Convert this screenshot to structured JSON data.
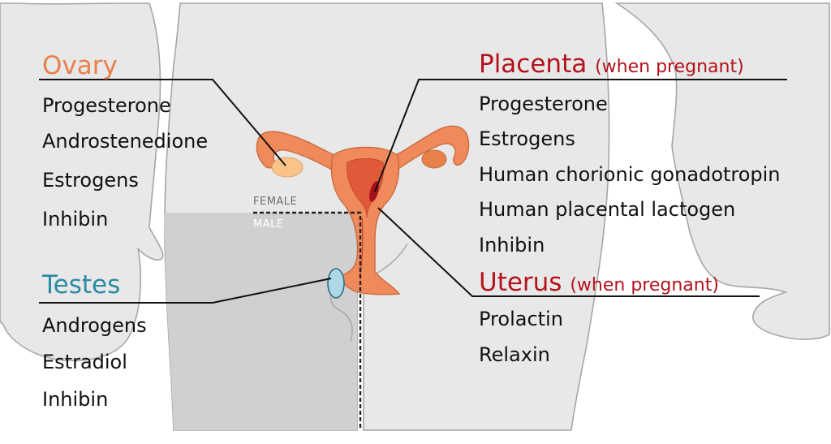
{
  "colors": {
    "ovary": "#e8804a",
    "testes": "#2b8aa4",
    "placenta": "#b5121b",
    "uterus": "#b5121b",
    "body_fill": "#e8e8e8",
    "male_fill": "#d0d0d0",
    "organ": "#f08a5a"
  },
  "ovary": {
    "title": "Ovary",
    "hormones": [
      "Progesterone",
      "Androstenedione",
      "Estrogens",
      "Inhibin"
    ]
  },
  "testes": {
    "title": "Testes",
    "hormones": [
      "Androgens",
      "Estradiol",
      "Inhibin"
    ]
  },
  "placenta": {
    "title": "Placenta",
    "qualifier": "(when pregnant)",
    "hormones": [
      "Progesterone",
      "Estrogens",
      "Human chorionic gonadotropin",
      "Human placental lactogen",
      "Inhibin"
    ]
  },
  "uterus": {
    "title": "Uterus",
    "qualifier": "(when pregnant)",
    "hormones": [
      "Prolactin",
      "Relaxin"
    ]
  },
  "divider": {
    "female": "FEMALE",
    "male": "MALE"
  }
}
